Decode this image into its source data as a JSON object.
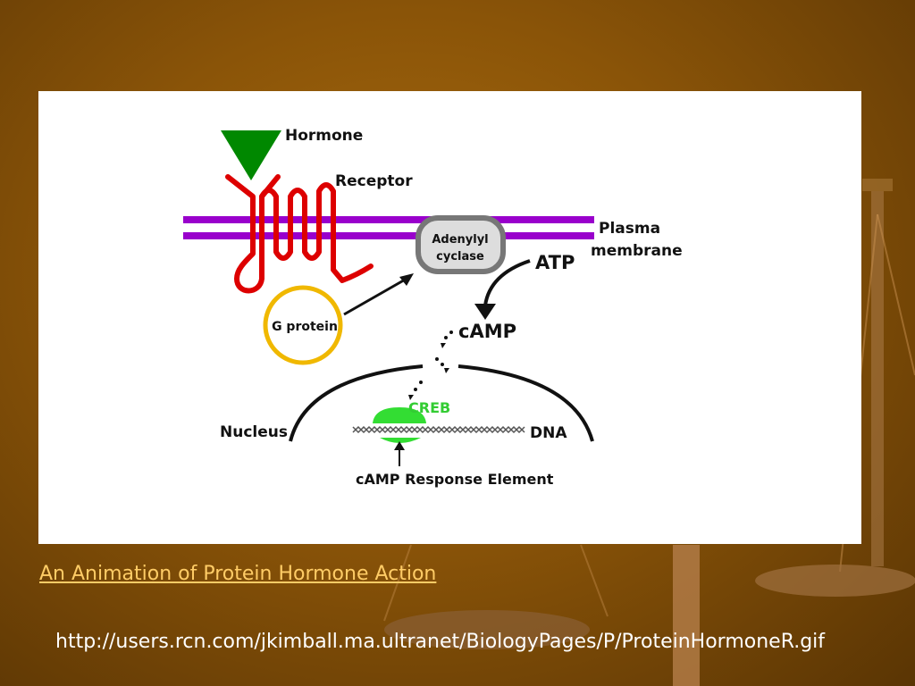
{
  "diagram": {
    "hormone": "Hormone",
    "receptor": "Receptor",
    "plasma_line1": "Plasma",
    "plasma_line2": "membrane",
    "adenylyl_line1": "Adenylyl",
    "adenylyl_line2": "cyclase",
    "atp": "ATP",
    "camp": "cAMP",
    "g_protein": "G protein",
    "creb": "CREB",
    "nucleus": "Nucleus",
    "dna": "DNA",
    "response_element": "cAMP Response Element"
  },
  "footer": {
    "link_text": "An Animation of Protein Hormone Action",
    "url_text": "http://users.rcn.com/jkimball.ma.ultranet/BiologyPages/P/ProteinHormoneR.gif"
  },
  "colors": {
    "background": "#8a5408",
    "link": "#ffcc66",
    "membrane": "#9900cc",
    "receptor": "#dd0000",
    "hormone": "#008800",
    "g_protein_ring": "#f0b800",
    "creb": "#33dd33"
  }
}
